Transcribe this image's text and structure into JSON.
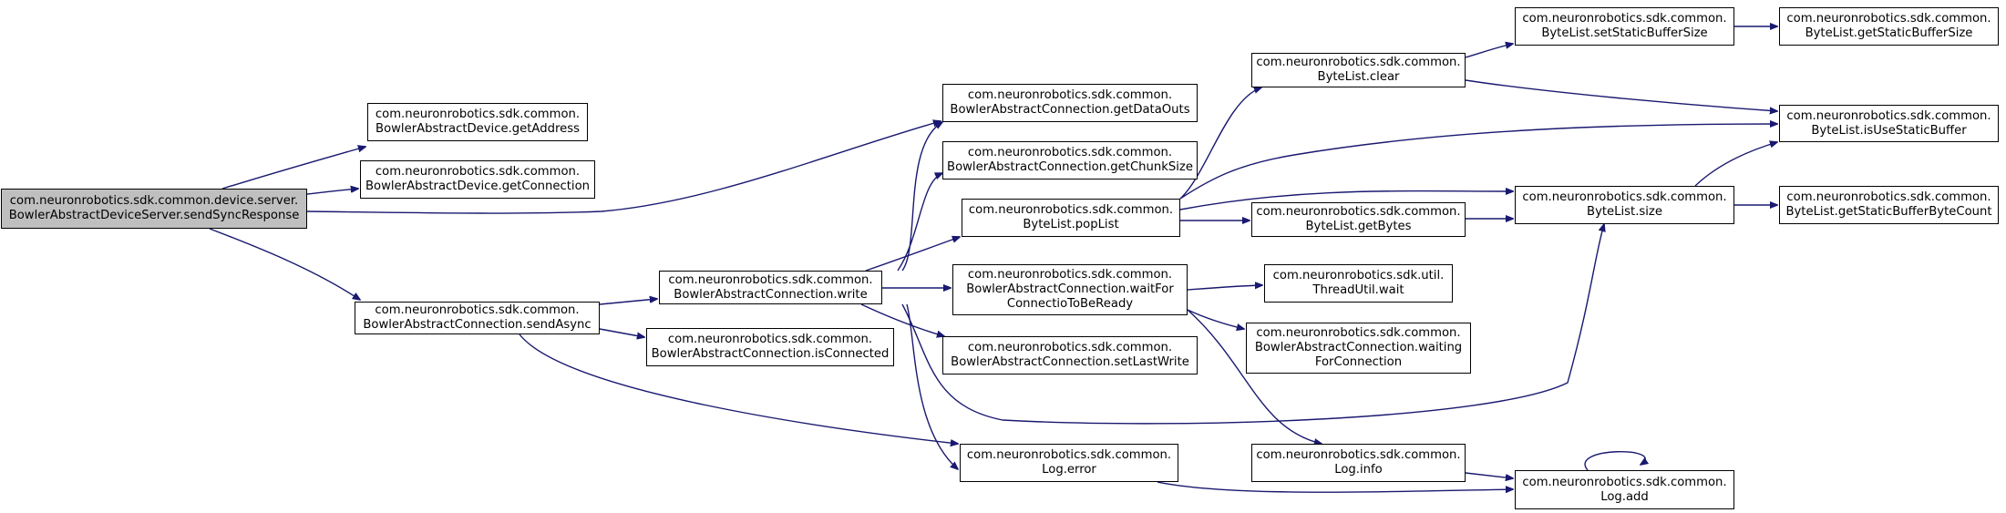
{
  "nodes": [
    {
      "id": "n0",
      "lines": [
        "com.neuronrobotics.sdk.common.device.server.",
        "BowlerAbstractDeviceServer.sendSyncResponse"
      ],
      "root": true
    },
    {
      "id": "n1",
      "lines": [
        "com.neuronrobotics.sdk.common.",
        "BowlerAbstractDevice.getAddress"
      ]
    },
    {
      "id": "n2",
      "lines": [
        "com.neuronrobotics.sdk.common.",
        "BowlerAbstractDevice.getConnection"
      ]
    },
    {
      "id": "n3",
      "lines": [
        "com.neuronrobotics.sdk.common.",
        "BowlerAbstractConnection.getDataOuts"
      ]
    },
    {
      "id": "n4",
      "lines": [
        "com.neuronrobotics.sdk.common.",
        "BowlerAbstractConnection.sendAsync"
      ]
    },
    {
      "id": "n5",
      "lines": [
        "com.neuronrobotics.sdk.common.",
        "BowlerAbstractConnection.write"
      ]
    },
    {
      "id": "n6",
      "lines": [
        "com.neuronrobotics.sdk.common.",
        "BowlerAbstractConnection.isConnected"
      ]
    },
    {
      "id": "n7",
      "lines": [
        "com.neuronrobotics.sdk.common.",
        "Log.error"
      ]
    },
    {
      "id": "n8",
      "lines": [
        "com.neuronrobotics.sdk.common.",
        "BowlerAbstractConnection.getChunkSize"
      ]
    },
    {
      "id": "n9",
      "lines": [
        "com.neuronrobotics.sdk.common.",
        "ByteList.popList"
      ]
    },
    {
      "id": "n10",
      "lines": [
        "com.neuronrobotics.sdk.common.",
        "BowlerAbstractConnection.waitFor",
        "ConnectioToBeReady"
      ]
    },
    {
      "id": "n11",
      "lines": [
        "com.neuronrobotics.sdk.common.",
        "BowlerAbstractConnection.setLastWrite"
      ]
    },
    {
      "id": "n12",
      "lines": [
        "com.neuronrobotics.sdk.common.",
        "ByteList.clear"
      ]
    },
    {
      "id": "n13",
      "lines": [
        "com.neuronrobotics.sdk.common.",
        "ByteList.getBytes"
      ]
    },
    {
      "id": "n14",
      "lines": [
        "com.neuronrobotics.sdk.util.",
        "ThreadUtil.wait"
      ]
    },
    {
      "id": "n15",
      "lines": [
        "com.neuronrobotics.sdk.common.",
        "BowlerAbstractConnection.waiting",
        "ForConnection"
      ]
    },
    {
      "id": "n16",
      "lines": [
        "com.neuronrobotics.sdk.common.",
        "Log.info"
      ]
    },
    {
      "id": "n17",
      "lines": [
        "com.neuronrobotics.sdk.common.",
        "ByteList.setStaticBufferSize"
      ]
    },
    {
      "id": "n18",
      "lines": [
        "com.neuronrobotics.sdk.common.",
        "ByteList.size"
      ]
    },
    {
      "id": "n19",
      "lines": [
        "com.neuronrobotics.sdk.common.",
        "Log.add"
      ]
    },
    {
      "id": "n20",
      "lines": [
        "com.neuronrobotics.sdk.common.",
        "ByteList.getStaticBufferSize"
      ]
    },
    {
      "id": "n21",
      "lines": [
        "com.neuronrobotics.sdk.common.",
        "ByteList.isUseStaticBuffer"
      ]
    },
    {
      "id": "n22",
      "lines": [
        "com.neuronrobotics.sdk.common.",
        "ByteList.getStaticBufferByteCount"
      ]
    }
  ],
  "edges": [
    [
      "n0",
      "n1"
    ],
    [
      "n0",
      "n2"
    ],
    [
      "n0",
      "n3"
    ],
    [
      "n0",
      "n4"
    ],
    [
      "n4",
      "n5"
    ],
    [
      "n4",
      "n6"
    ],
    [
      "n4",
      "n7"
    ],
    [
      "n5",
      "n3"
    ],
    [
      "n5",
      "n8"
    ],
    [
      "n5",
      "n9"
    ],
    [
      "n5",
      "n10"
    ],
    [
      "n5",
      "n11"
    ],
    [
      "n5",
      "n7"
    ],
    [
      "n5",
      "n18"
    ],
    [
      "n9",
      "n12"
    ],
    [
      "n9",
      "n13"
    ],
    [
      "n9",
      "n21"
    ],
    [
      "n9",
      "n18"
    ],
    [
      "n10",
      "n14"
    ],
    [
      "n10",
      "n15"
    ],
    [
      "n10",
      "n16"
    ],
    [
      "n7",
      "n19"
    ],
    [
      "n16",
      "n19"
    ],
    [
      "n19",
      "n19"
    ],
    [
      "n12",
      "n17"
    ],
    [
      "n12",
      "n21"
    ],
    [
      "n17",
      "n20"
    ],
    [
      "n13",
      "n18"
    ],
    [
      "n18",
      "n21"
    ],
    [
      "n18",
      "n22"
    ]
  ]
}
